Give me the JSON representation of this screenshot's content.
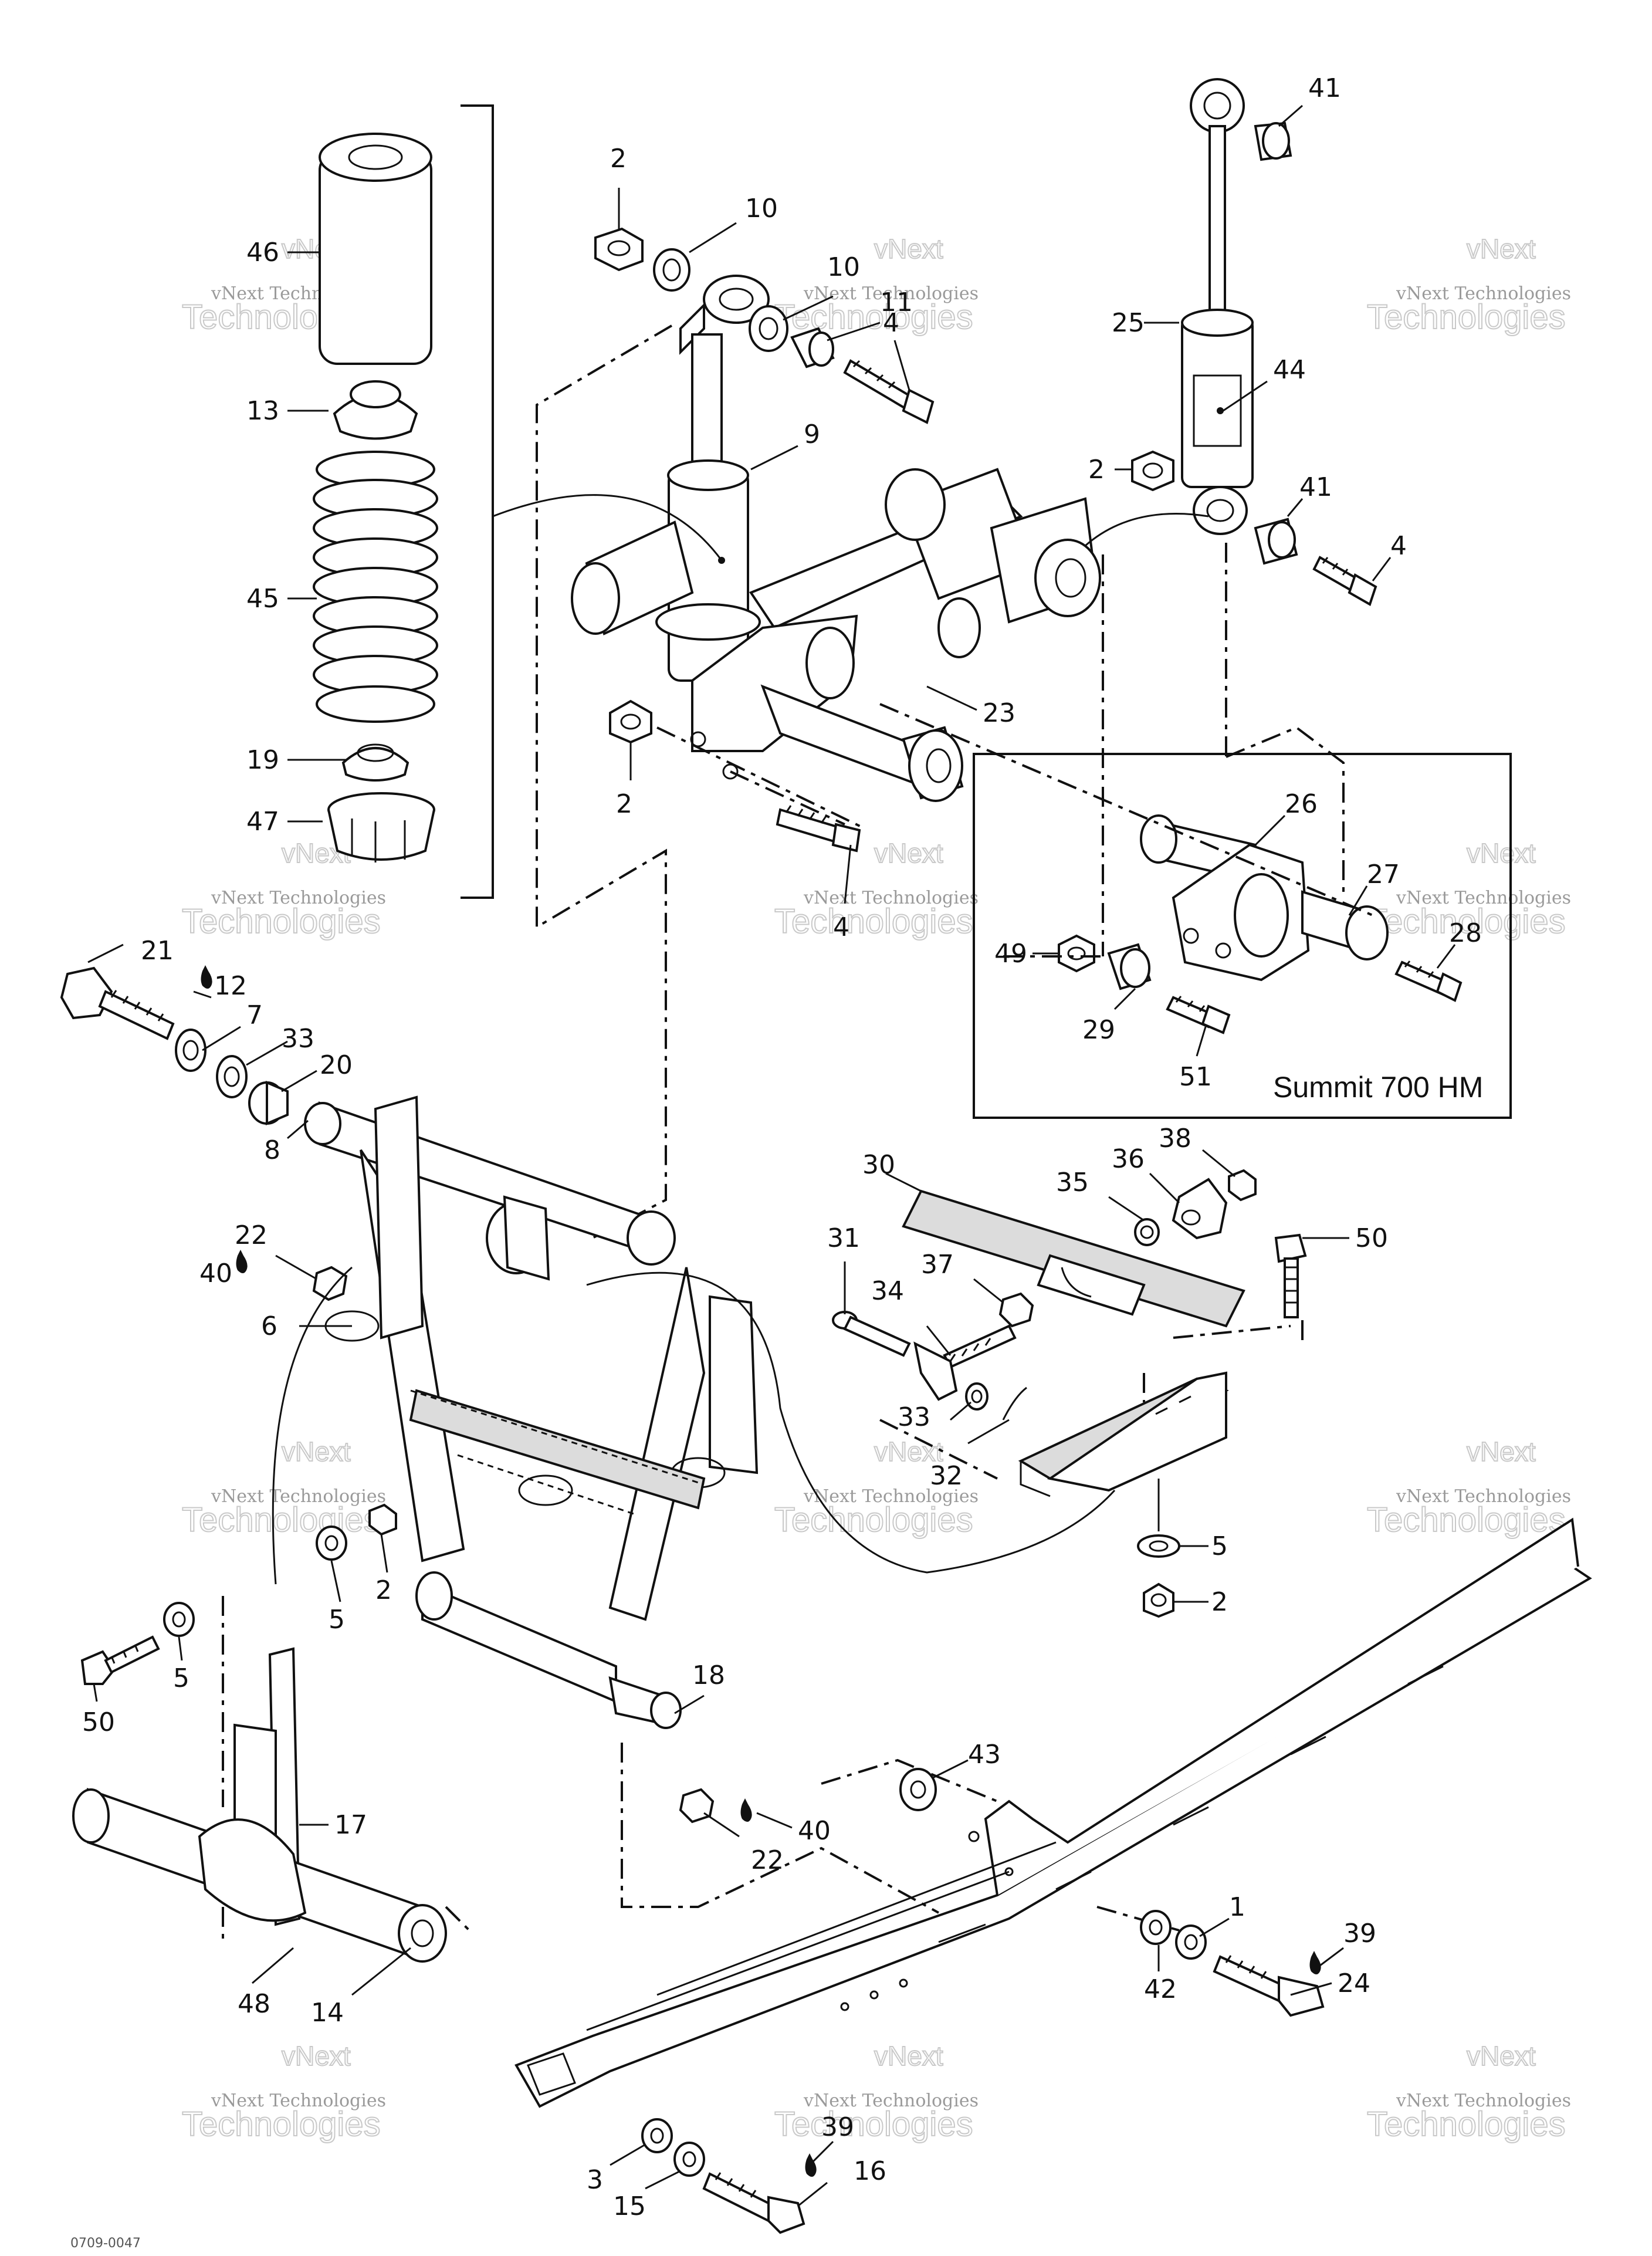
{
  "inset": {
    "label": "Summit 700 HM"
  },
  "watermark": {
    "line1": "vNext Technologies",
    "line2": "Technologies",
    "overlay": "vNext"
  },
  "footer_code": "0709-0047",
  "callouts": {
    "c46": "46",
    "c13": "13",
    "c45": "45",
    "c19": "19",
    "c47": "47",
    "c2a": "2",
    "c10a": "10",
    "c10b": "10",
    "c11": "11",
    "c4a": "4",
    "c9": "9",
    "c2b": "2",
    "c23": "23",
    "c4b": "4",
    "c41a": "41",
    "c25": "25",
    "c44": "44",
    "c2c": "2",
    "c41b": "41",
    "c4c": "4",
    "c26": "26",
    "c27": "27",
    "c28": "28",
    "c49": "49",
    "c29": "29",
    "c51": "51",
    "c21": "21",
    "c12": "12",
    "c7": "7",
    "c33a": "33",
    "c20": "20",
    "c8": "8",
    "c22a": "22",
    "c40a": "40",
    "c6": "6",
    "c30": "30",
    "c35": "35",
    "c36": "36",
    "c38": "38",
    "c31": "31",
    "c37": "37",
    "c34": "34",
    "c50a": "50",
    "c33b": "33",
    "c32": "32",
    "c5a": "5",
    "c2d": "2",
    "c5b": "5",
    "c2e": "2",
    "c50b": "50",
    "c5c": "5",
    "c18": "18",
    "c43": "43",
    "c40b": "40",
    "c22b": "22",
    "c17": "17",
    "c1": "1",
    "c39a": "39",
    "c24": "24",
    "c42": "42",
    "c48": "48",
    "c14": "14",
    "c3": "3",
    "c15": "15",
    "c39b": "39",
    "c16": "16"
  }
}
